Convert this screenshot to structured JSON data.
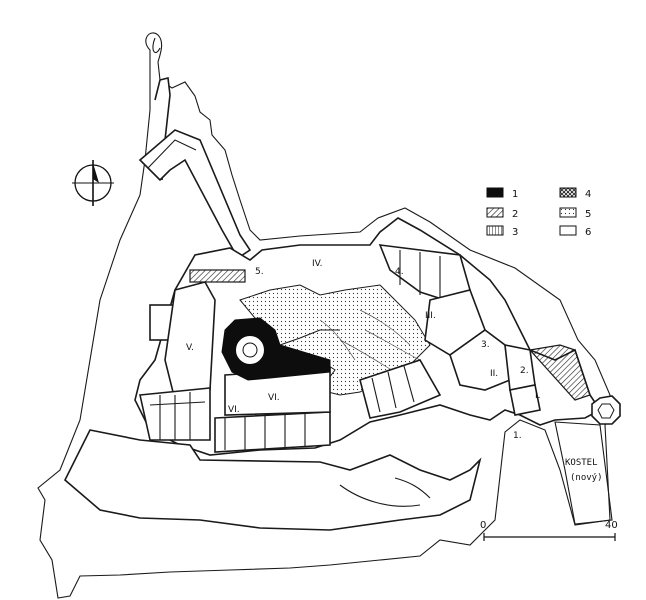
{
  "legend": [
    {
      "num": "1",
      "symbol": "solid"
    },
    {
      "num": "2",
      "symbol": "hatch"
    },
    {
      "num": "3",
      "symbol": "vertical-hatch"
    },
    {
      "num": "4",
      "symbol": "crosshatch"
    },
    {
      "num": "5",
      "symbol": "dotted"
    },
    {
      "num": "6",
      "symbol": "empty"
    }
  ],
  "labels": {
    "courtyard_upper": "IV.",
    "courtyard_east": "III.",
    "west_palace": "V.",
    "lower_palace": "VI.",
    "cellar": "VI.",
    "gate_3": "3.",
    "gate_4": "4.",
    "gate_5": "5.",
    "gate_2": "2.",
    "gate_1": "1.",
    "bailey_II": "II.",
    "bailey_I": "I."
  },
  "kostel": {
    "line1": "KOSTEL",
    "line2": "(nový)"
  },
  "scale": {
    "start": "0",
    "end": "40"
  },
  "compass": {
    "icon": "north-arrow-icon"
  }
}
